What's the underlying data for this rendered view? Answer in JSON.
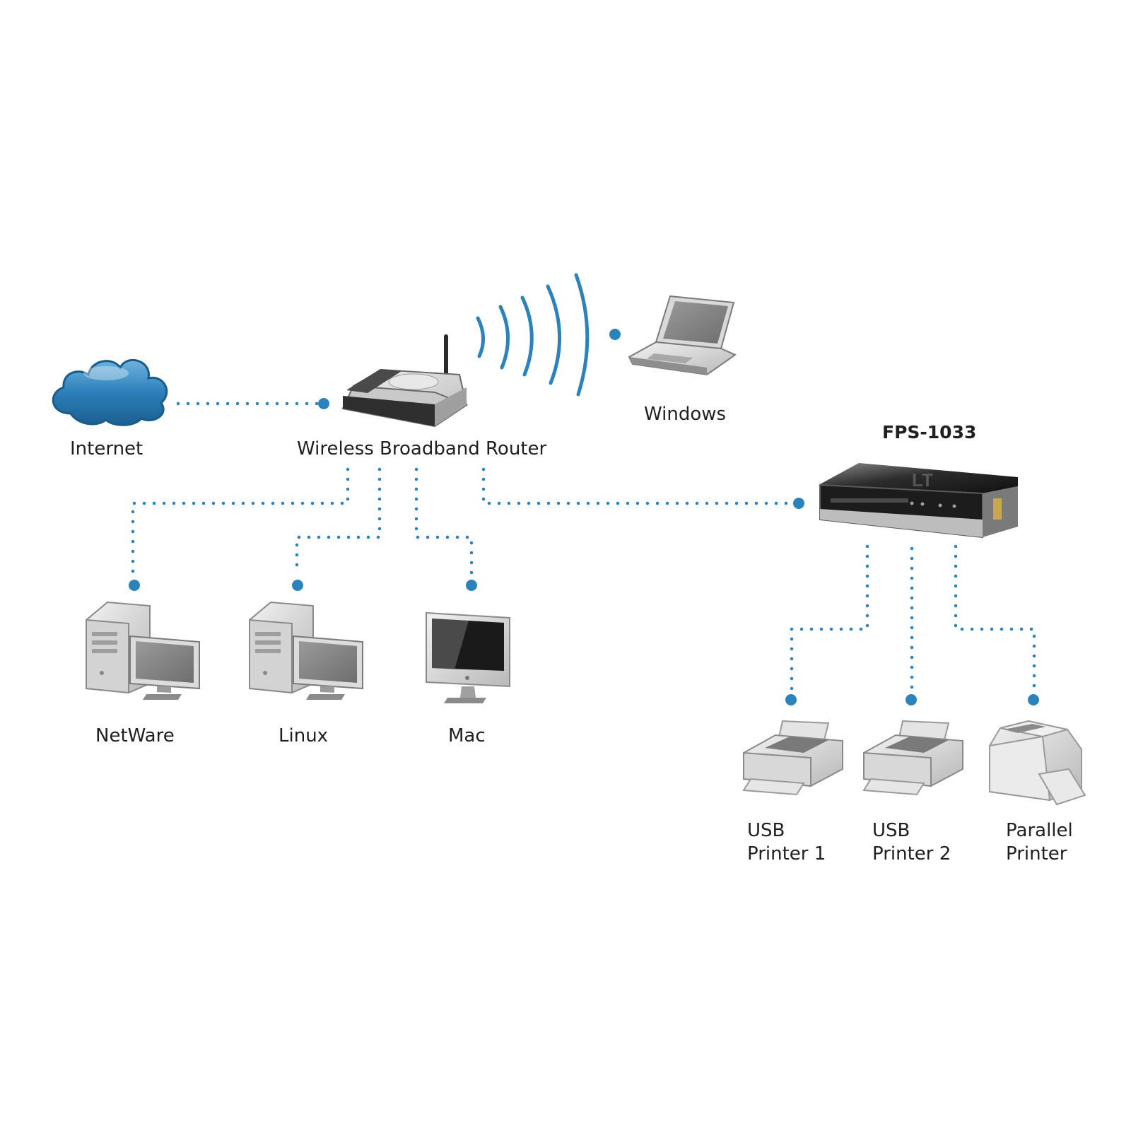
{
  "colors": {
    "accent": "#2c82ba",
    "cloud": "#2b7fb9",
    "device_light": "#d8d8d8",
    "device_dark": "#3a3a3a",
    "text": "#1f1f1f"
  },
  "nodes": {
    "internet": {
      "label": "Internet",
      "icon": "cloud-icon"
    },
    "router": {
      "label": "Wireless Broadband Router",
      "icon": "router-icon"
    },
    "windows": {
      "label": "Windows",
      "icon": "laptop-icon"
    },
    "print_server": {
      "label": "FPS-1033",
      "icon": "print-server-icon"
    },
    "netware": {
      "label": "NetWare",
      "icon": "desktop-pc-icon"
    },
    "linux": {
      "label": "Linux",
      "icon": "desktop-pc-icon"
    },
    "mac": {
      "label": "Mac",
      "icon": "imac-icon"
    },
    "usb_printer_1": {
      "label_line1": "USB",
      "label_line2": "Printer 1",
      "icon": "inkjet-printer-icon"
    },
    "usb_printer_2": {
      "label_line1": "USB",
      "label_line2": "Printer 2",
      "icon": "inkjet-printer-icon"
    },
    "parallel_printer": {
      "label_line1": "Parallel",
      "label_line2": "Printer",
      "icon": "laser-printer-icon"
    }
  }
}
